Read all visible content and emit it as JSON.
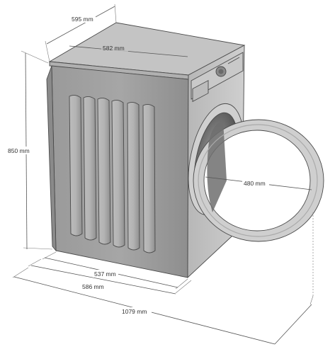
{
  "dimensions": {
    "top_depth": "595 mm",
    "top_width": "582 mm",
    "height": "850 mm",
    "door_diameter": "480 mm",
    "base_depth_inner": "537 mm",
    "base_depth_outer": "586 mm",
    "depth_door_open": "1079 mm"
  }
}
